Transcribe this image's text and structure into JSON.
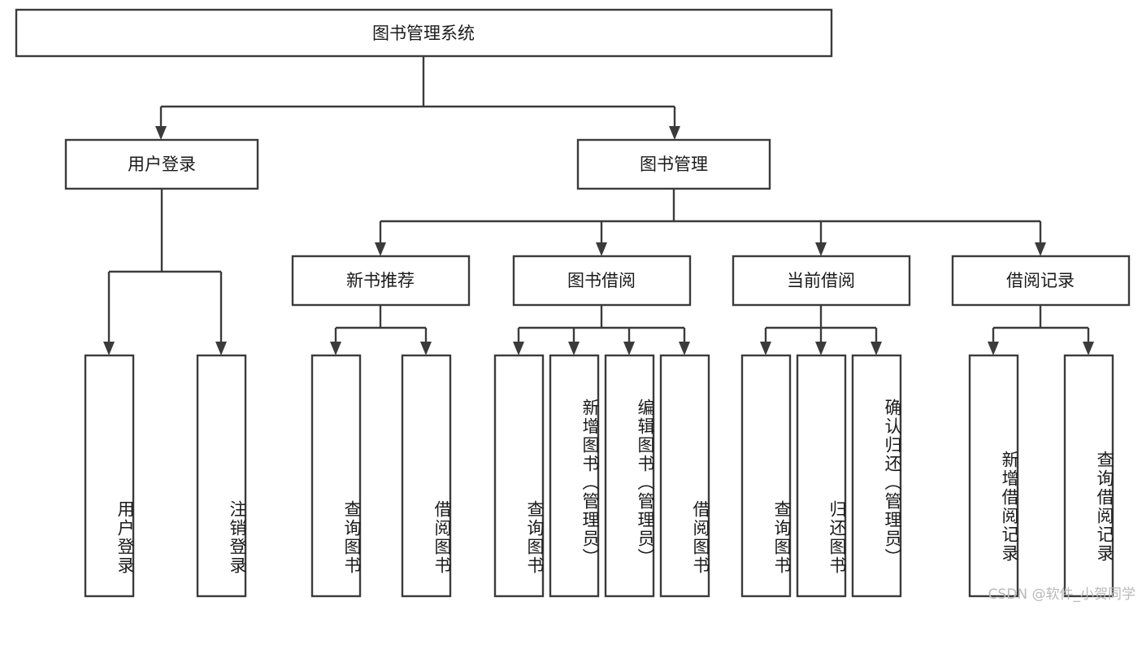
{
  "diagram": {
    "title": "图书管理系统",
    "type": "tree-hierarchy-chart",
    "root": {
      "id": "root",
      "label": "图书管理系统",
      "orientation": "horizontal"
    },
    "level2": [
      {
        "id": "user-login",
        "label": "用户登录",
        "orientation": "horizontal"
      },
      {
        "id": "book-manage",
        "label": "图书管理",
        "orientation": "horizontal"
      }
    ],
    "level3": [
      {
        "id": "new-book-recommend",
        "label": "新书推荐",
        "orientation": "horizontal",
        "parent": "book-manage"
      },
      {
        "id": "book-borrow",
        "label": "图书借阅",
        "orientation": "horizontal",
        "parent": "book-manage"
      },
      {
        "id": "current-borrow",
        "label": "当前借阅",
        "orientation": "horizontal",
        "parent": "book-manage"
      },
      {
        "id": "borrow-record",
        "label": "借阅记录",
        "orientation": "horizontal",
        "parent": "book-manage"
      }
    ],
    "leaves": {
      "user-login": [
        {
          "id": "leaf-user-login",
          "label": "用户登录",
          "orientation": "vertical"
        },
        {
          "id": "leaf-user-logout",
          "label": "注销登录",
          "orientation": "vertical"
        }
      ],
      "new-book-recommend": [
        {
          "id": "leaf-query-book-1",
          "label": "查询图书",
          "orientation": "vertical"
        },
        {
          "id": "leaf-borrow-book-1",
          "label": "借阅图书",
          "orientation": "vertical"
        }
      ],
      "book-borrow": [
        {
          "id": "leaf-query-book-2",
          "label": "查询图书",
          "orientation": "vertical"
        },
        {
          "id": "leaf-add-book",
          "label": "新增图书（管理员）",
          "orientation": "vertical"
        },
        {
          "id": "leaf-edit-book",
          "label": "编辑图书（管理员）",
          "orientation": "vertical"
        },
        {
          "id": "leaf-borrow-book-2",
          "label": "借阅图书",
          "orientation": "vertical"
        }
      ],
      "current-borrow": [
        {
          "id": "leaf-query-book-3",
          "label": "查询图书",
          "orientation": "vertical"
        },
        {
          "id": "leaf-return-book",
          "label": "归还图书",
          "orientation": "vertical"
        },
        {
          "id": "leaf-confirm-return",
          "label": "确认归还（管理员）",
          "orientation": "vertical"
        }
      ],
      "borrow-record": [
        {
          "id": "leaf-add-record",
          "label": "新增借阅记录",
          "orientation": "vertical"
        },
        {
          "id": "leaf-query-record",
          "label": "查询借阅记录",
          "orientation": "vertical"
        }
      ]
    },
    "colors": {
      "box_fill": "#ffffff",
      "box_stroke": "#3b3b3b",
      "text": "#1a1a1a",
      "connector": "#3b3b3b",
      "background": "#ffffff",
      "watermark": "#b9b9b9"
    }
  },
  "watermark": {
    "text": "CSDN @软件_小贺同学"
  }
}
